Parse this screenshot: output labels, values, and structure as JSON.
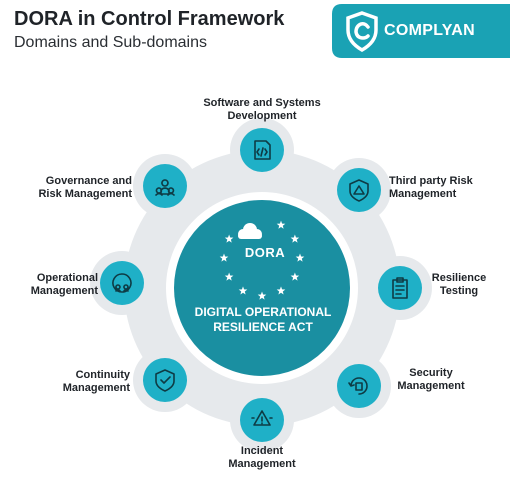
{
  "header": {
    "title": "DORA in Control Framework",
    "subtitle": "Domains and Sub-domains"
  },
  "brand": {
    "name": "COMPLYAN",
    "color": "#1aa2b4"
  },
  "center": {
    "badge": "DORA",
    "title_line1": "DIGITAL OPERATIONAL",
    "title_line2": "RESILIENCE ACT",
    "color": "#1a8fa1"
  },
  "domains": [
    {
      "line1": "Software and Systems",
      "line2": "Development",
      "icon": "code-file-icon"
    },
    {
      "line1": "Third party Risk",
      "line2": "Management",
      "icon": "warning-shield-icon"
    },
    {
      "line1": "Resilience",
      "line2": "Testing",
      "icon": "clipboard-check-icon"
    },
    {
      "line1": "Security",
      "line2": "Management",
      "icon": "security-cycle-icon"
    },
    {
      "line1": "Incident",
      "line2": "Management",
      "icon": "alert-gear-icon"
    },
    {
      "line1": "Continuity",
      "line2": "Management",
      "icon": "shield-check-icon"
    },
    {
      "line1": "Operational",
      "line2": "Management",
      "icon": "gear-people-icon"
    },
    {
      "line1": "Governance and",
      "line2": "Risk Management",
      "icon": "team-icon"
    }
  ],
  "colors": {
    "gear": "#e6e9ec",
    "node": "#1fb0c7",
    "node_dark": "#168ea1"
  }
}
